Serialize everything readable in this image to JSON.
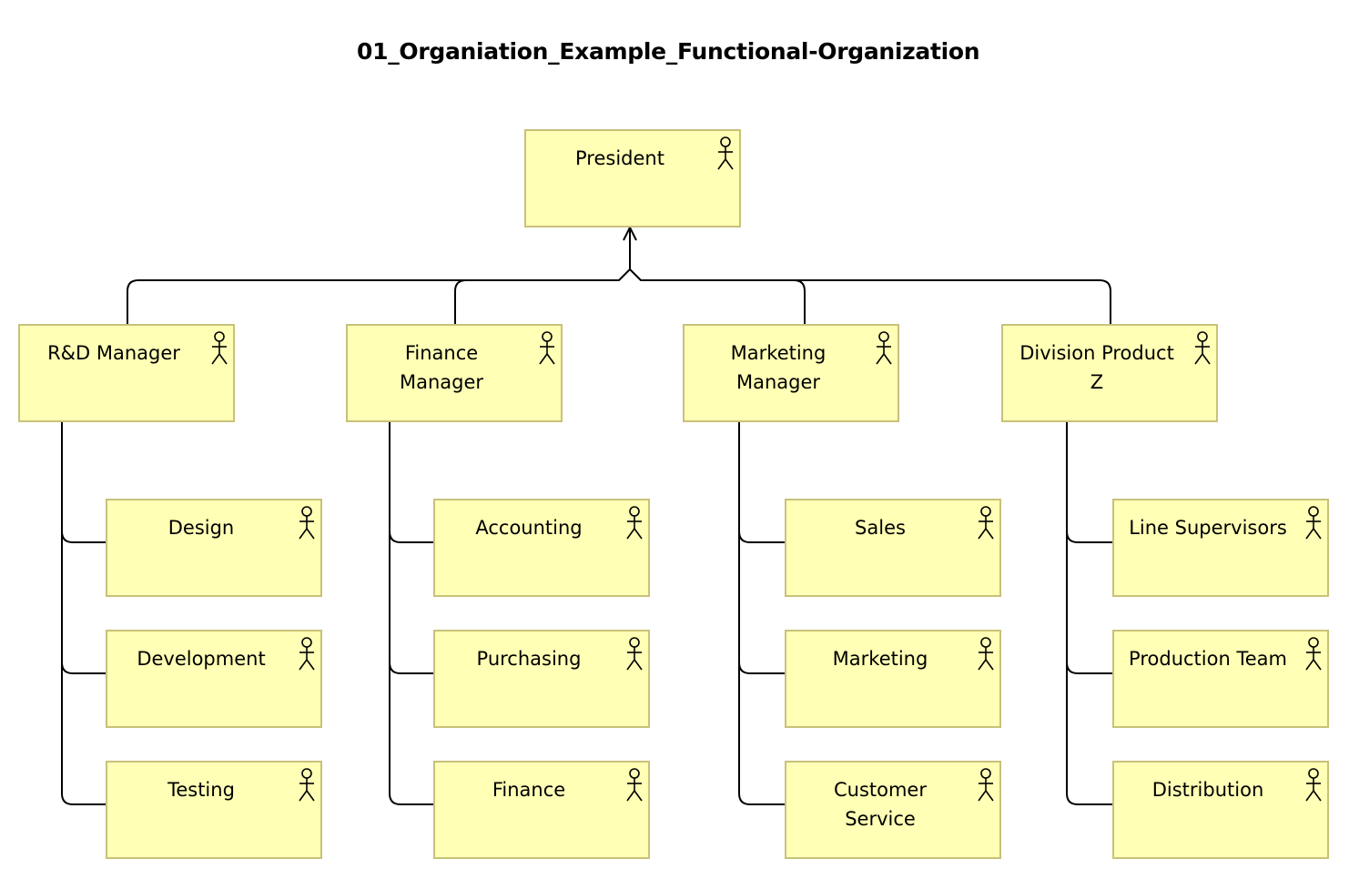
{
  "title": "01_Organiation_Example_Functional-Organization",
  "nodes": {
    "president": "President",
    "rd_manager": "R&D Manager",
    "finance_manager": "Finance Manager",
    "marketing_manager": "Marketing Manager",
    "division_product_z": "Division Product Z",
    "design": "Design",
    "development": "Development",
    "testing": "Testing",
    "accounting": "Accounting",
    "purchasing": "Purchasing",
    "finance": "Finance",
    "sales": "Sales",
    "marketing": "Marketing",
    "customer_service": "Customer Service",
    "line_supervisors": "Line Supervisors",
    "production_team": "Production Team",
    "distribution": "Distribution"
  },
  "icons": {
    "role": "actor-icon"
  },
  "colors": {
    "box_fill": "#ffffb5",
    "box_border": "#c8c17a",
    "line": "#000000"
  }
}
